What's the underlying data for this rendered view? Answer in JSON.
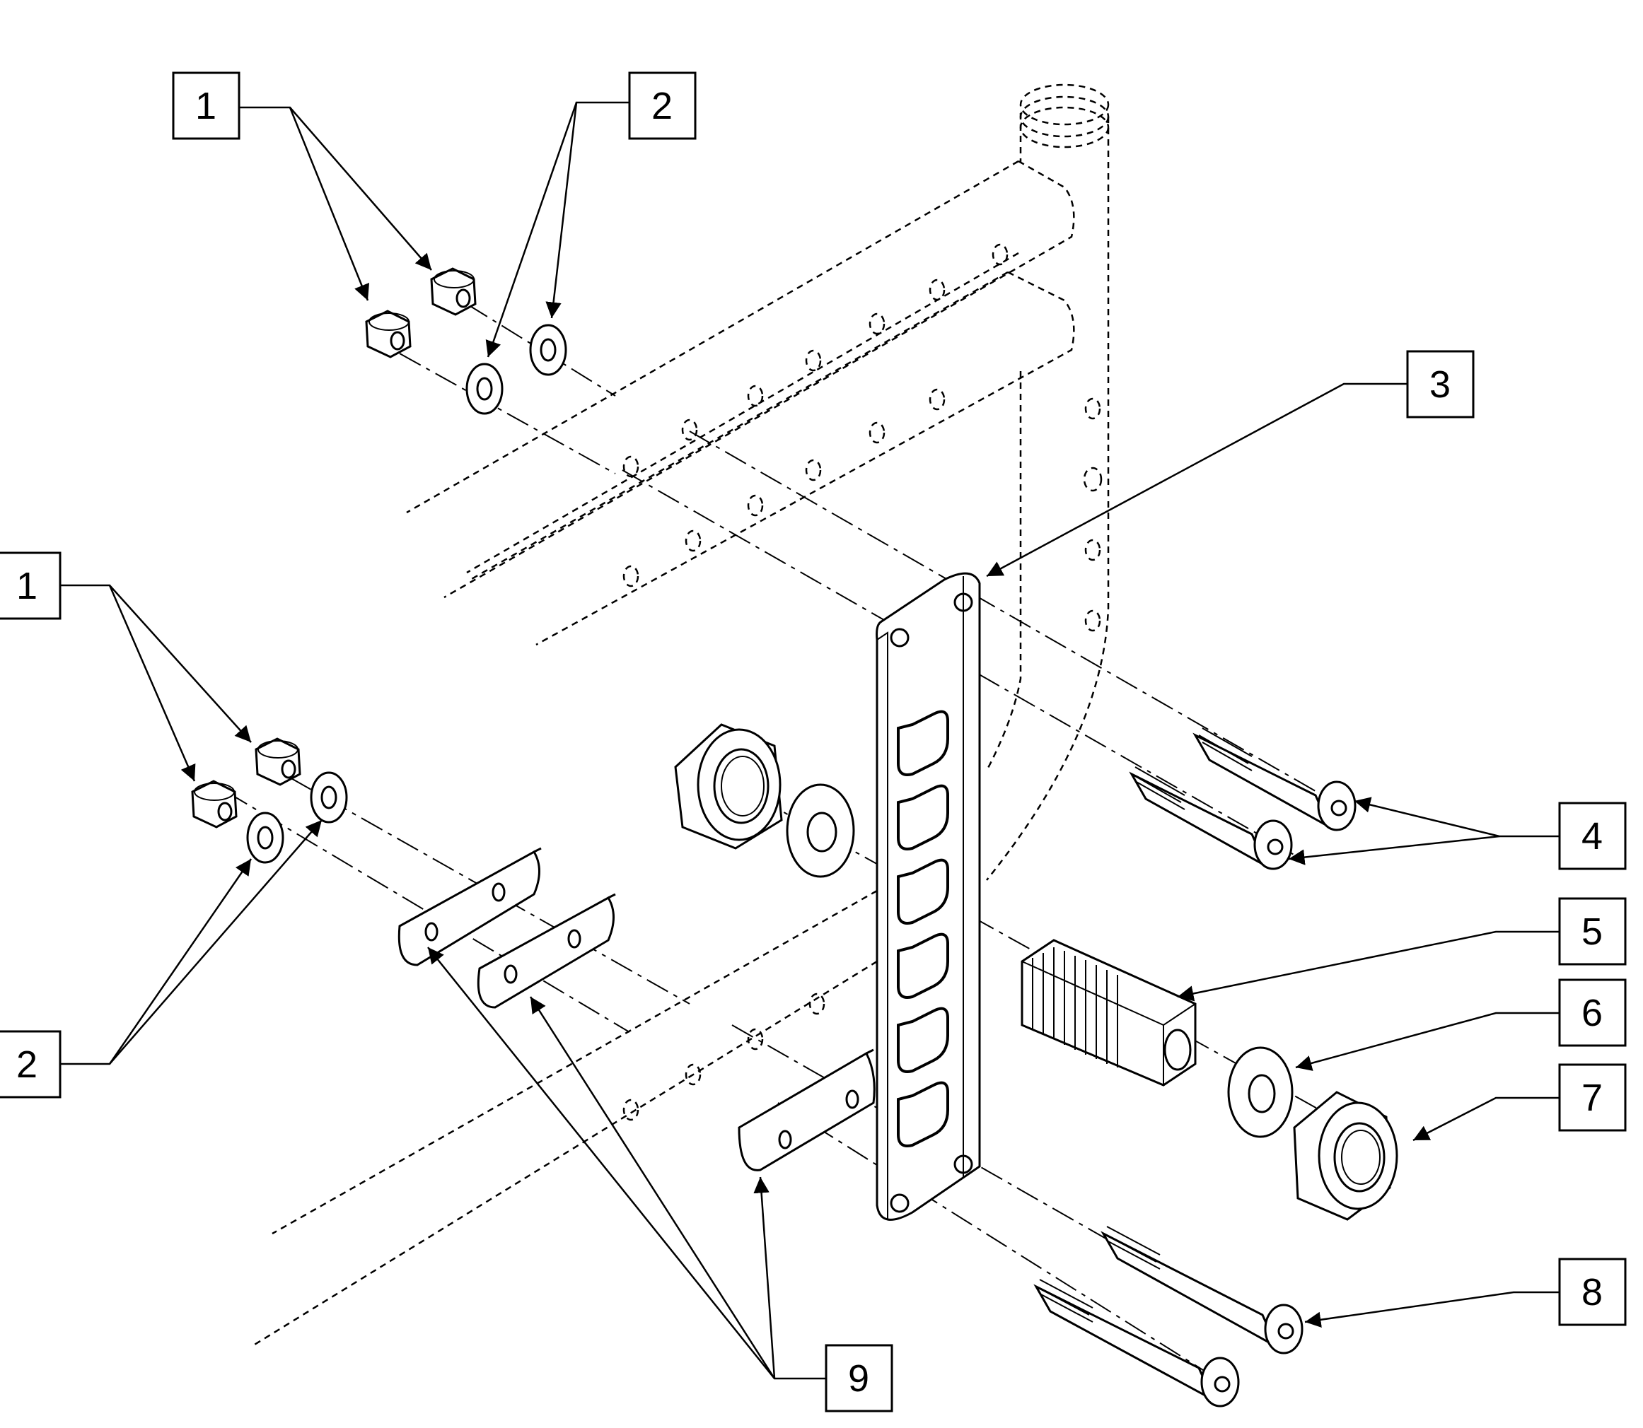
{
  "diagram": {
    "callouts": [
      {
        "id": "c1a",
        "label": "1"
      },
      {
        "id": "c2a",
        "label": "2"
      },
      {
        "id": "c1b",
        "label": "1"
      },
      {
        "id": "c2b",
        "label": "2"
      },
      {
        "id": "c3",
        "label": "3"
      },
      {
        "id": "c4",
        "label": "4"
      },
      {
        "id": "c5",
        "label": "5"
      },
      {
        "id": "c6",
        "label": "6"
      },
      {
        "id": "c7",
        "label": "7"
      },
      {
        "id": "c8",
        "label": "8"
      },
      {
        "id": "c9",
        "label": "9"
      }
    ],
    "parts": [
      {
        "callout": "1",
        "name": "lock-nut"
      },
      {
        "callout": "2",
        "name": "washer"
      },
      {
        "callout": "3",
        "name": "mounting-plate"
      },
      {
        "callout": "4",
        "name": "button-head-bolt"
      },
      {
        "callout": "5",
        "name": "threaded-spacer"
      },
      {
        "callout": "6",
        "name": "large-washer"
      },
      {
        "callout": "7",
        "name": "large-hex-nut"
      },
      {
        "callout": "8",
        "name": "button-head-bolt"
      },
      {
        "callout": "9",
        "name": "curved-clamp"
      }
    ]
  }
}
